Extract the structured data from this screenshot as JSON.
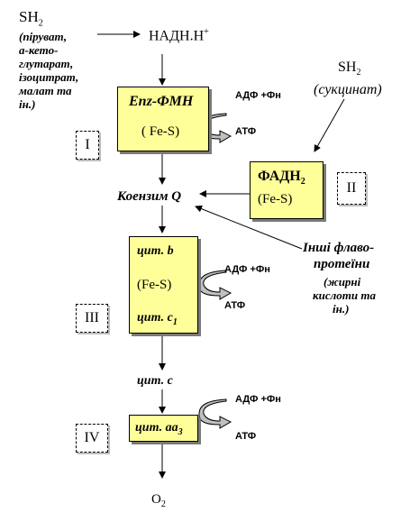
{
  "sources": {
    "sh2_left": "SH",
    "sh2_left_sub": "2",
    "sh2_left_note": [
      "(піруват,",
      "а-кето-",
      "глутарат,",
      "ізоцитрат,",
      "малат та",
      "ін.)"
    ],
    "nadh": "НАДН.Н",
    "nadh_sup": "+",
    "sh2_right": "SH",
    "sh2_right_sub": "2",
    "succinate": "(сукцинат)"
  },
  "complex_1": {
    "enz": "Enz-ФМН",
    "fes": "( Fe-S)",
    "roman": "I"
  },
  "complex_2": {
    "fadh": "ФАДН",
    "fadh_sub": "2",
    "fes": "(Fe-S)",
    "roman": "II"
  },
  "coenzyme_q": "Коензим Q",
  "other_flavo": {
    "line1": "Інші флаво-",
    "line2": "протеїни",
    "note1": "(жирні",
    "note2": "кислоти та",
    "note3": "ін.)"
  },
  "complex_3": {
    "cyt_b": "цит. b",
    "fes": "(Fe-S)",
    "cyt_c1": "цит. c",
    "cyt_c1_sub": "1",
    "roman": "III"
  },
  "cyt_c": "цит. c",
  "complex_4": {
    "cyt_aa3": "цит. aa",
    "cyt_aa3_sub": "3",
    "roman": "IV"
  },
  "o2": "O",
  "o2_sub": "2",
  "phosphorylation": {
    "adp": "АДФ +Фн",
    "atp": "АТФ"
  },
  "colors": {
    "box_fill": "#ffff99",
    "shadow": "#7a7a7a",
    "curved_arrow_fill": "#c0c0c0"
  }
}
